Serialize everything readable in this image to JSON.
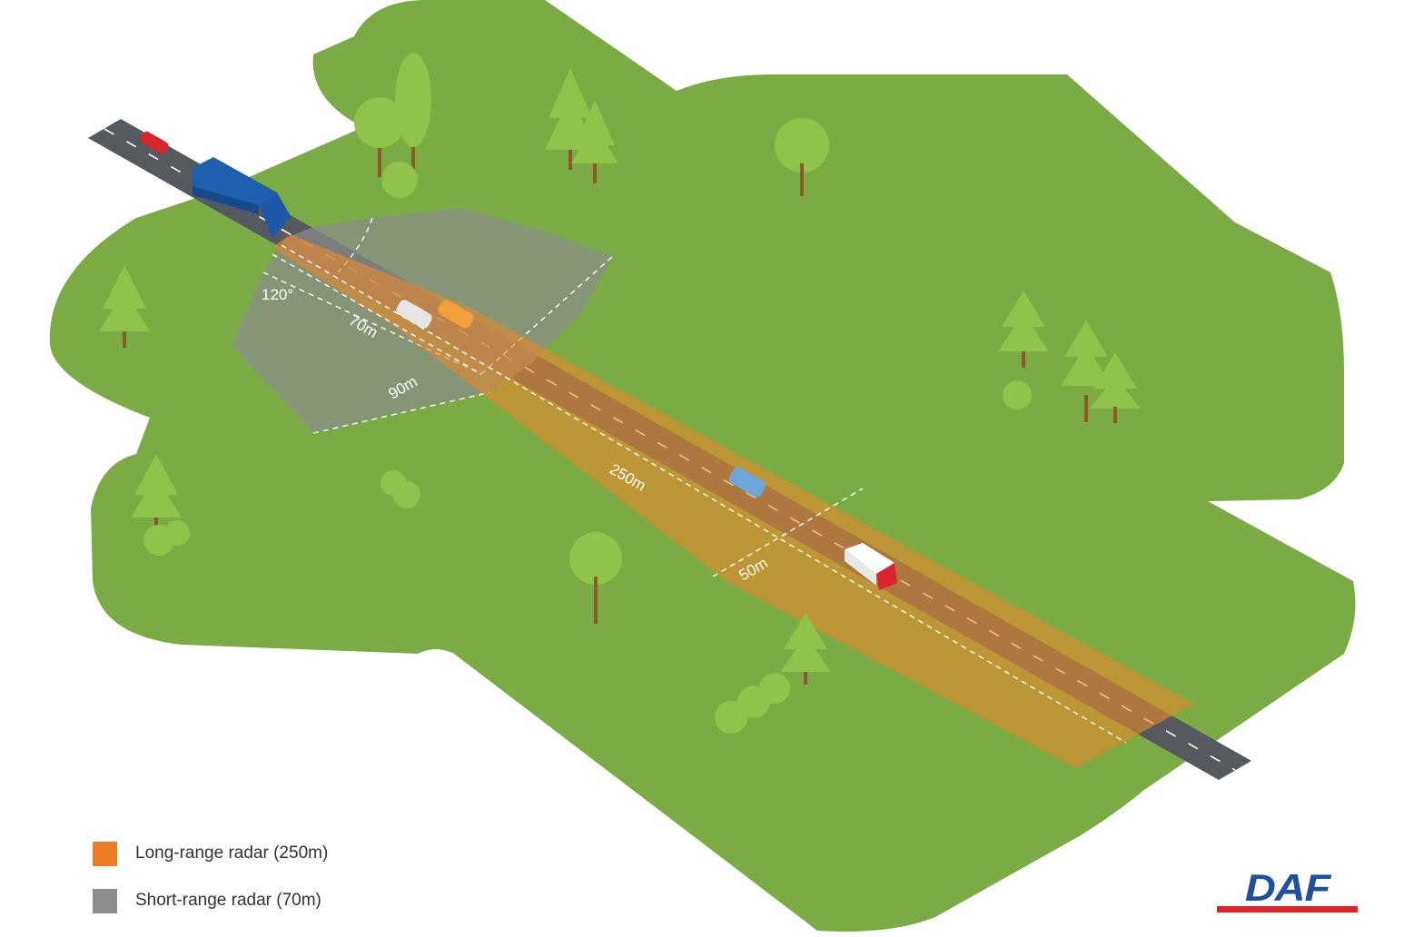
{
  "colors": {
    "grass": "#7aab45",
    "road": "#555a60",
    "long_range": "#ee7d22",
    "short_range": "#8c8c8c",
    "brand_blue": "#1f4fa0",
    "brand_red": "#e2202a"
  },
  "diagram": {
    "labels": {
      "angle": "120°",
      "short_range_distance": "70m",
      "short_range_width": "90m",
      "long_range_distance": "250m",
      "long_range_width": "50m"
    }
  },
  "legend": {
    "items": [
      {
        "label": "Long-range radar (250m)",
        "color": "#ee7d22"
      },
      {
        "label": "Short-range radar (70m)",
        "color": "#8c8c8c"
      }
    ]
  },
  "logo": {
    "text": "DAF"
  }
}
